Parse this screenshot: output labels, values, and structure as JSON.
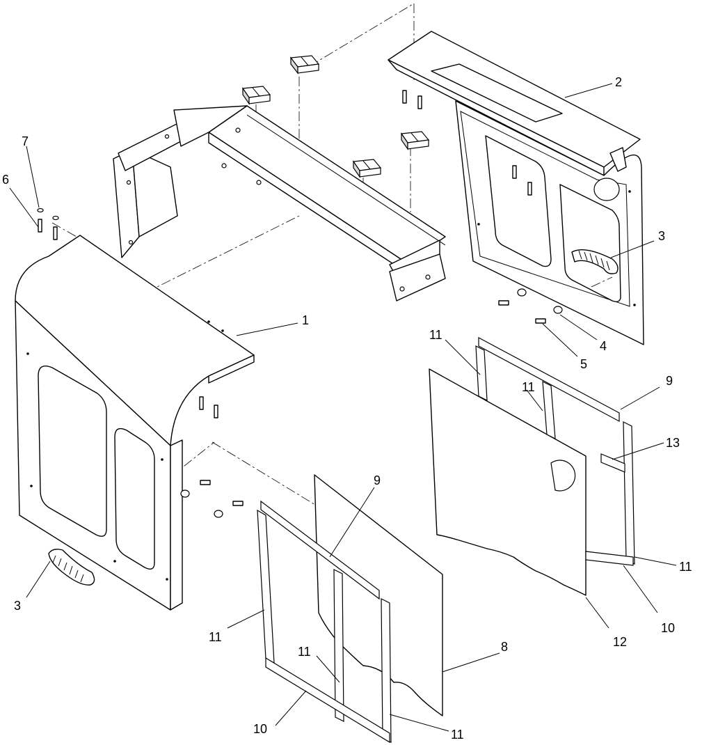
{
  "callouts": {
    "c1": "1",
    "c2": "2",
    "c3_right": "3",
    "c3_left": "3",
    "c4": "4",
    "c5": "5",
    "c6": "6",
    "c7": "7",
    "c8": "8",
    "c9_left": "9",
    "c9_right": "9",
    "c10_left": "10",
    "c10_right": "10",
    "c11_a": "11",
    "c11_b": "11",
    "c11_c": "11",
    "c11_d": "11",
    "c11_e": "11",
    "c11_f": "11",
    "c12": "12",
    "c13": "13"
  }
}
